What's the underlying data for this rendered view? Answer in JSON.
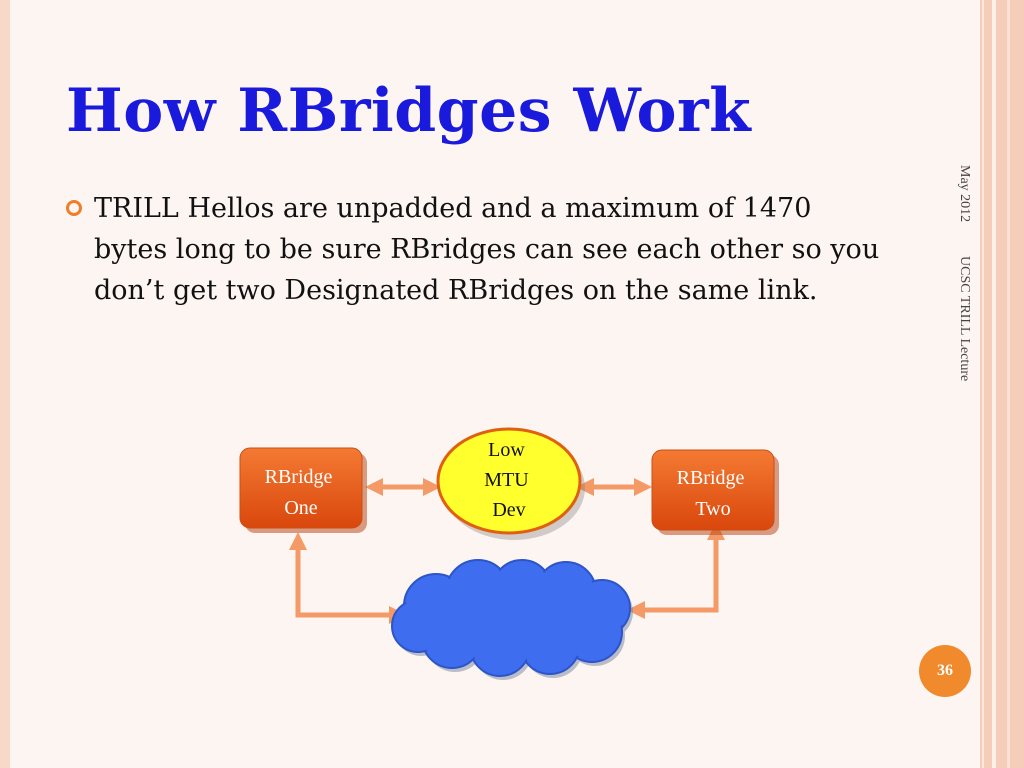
{
  "slide": {
    "title": "How RBridges Work",
    "bullet": "TRILL Hellos are unpadded and a maximum of 1470 bytes long to be sure RBridges can see each other so you don’t get two Designated RBridges on the same link.",
    "side_date": "May 2012",
    "side_course": "UCSC TRILL Lecture",
    "page_number": "36"
  },
  "diagram": {
    "rbridge_one": [
      "RBridge",
      "One"
    ],
    "low_mtu_dev": [
      "Low",
      "MTU",
      "Dev"
    ],
    "rbridge_two": [
      "RBridge",
      "Two"
    ]
  },
  "colors": {
    "title": "#1a1adc",
    "accent": "#f07d2a",
    "node_fill": "#e45a16",
    "device_fill": "#ffff33",
    "cloud_fill": "#3f6df0",
    "arrow": "#f39a66"
  }
}
